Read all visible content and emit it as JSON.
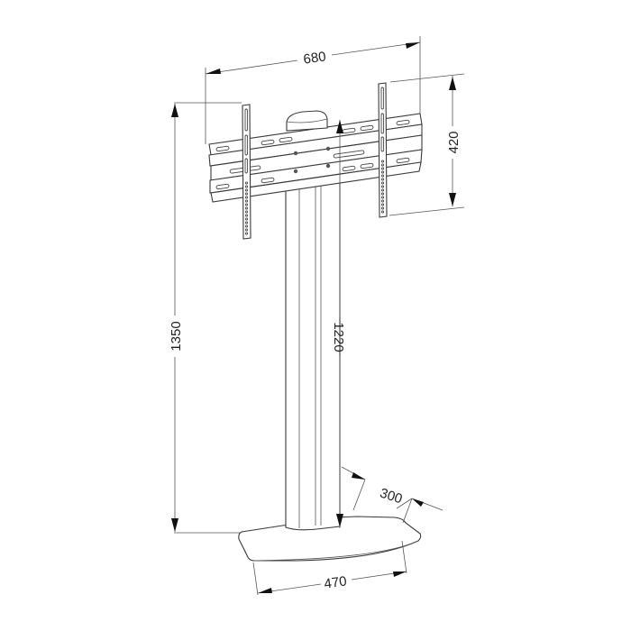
{
  "drawing": {
    "subject": "TV floor stand with VESA mount bracket",
    "units": "mm",
    "dimensions": {
      "mount_width": "680",
      "mount_height": "420",
      "overall_height": "1350",
      "column_height": "1220",
      "base_depth": "300",
      "base_width": "470"
    },
    "colors": {
      "line": "#333333",
      "arrow": "#111111",
      "background": "#ffffff"
    }
  }
}
